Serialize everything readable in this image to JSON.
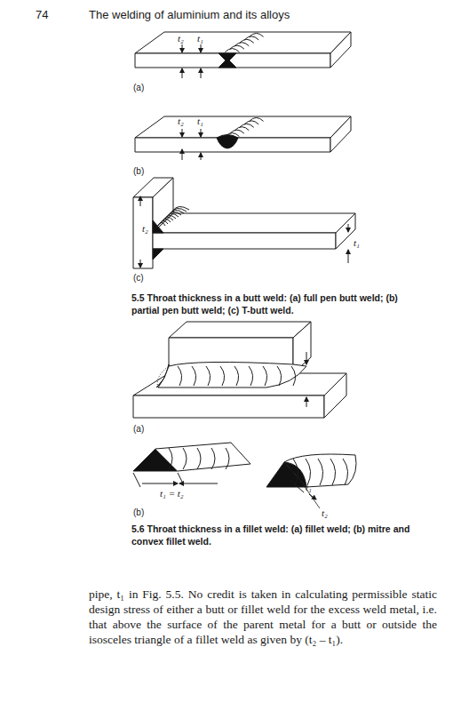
{
  "diagram": {
    "labels": [
      "74",
      "The welding of aluminium and its alloys",
      "t₂",
      "t₁",
      "(a)",
      "t₂",
      "t₁",
      "(b)",
      "t₂",
      "t₁",
      "(c)",
      "5.5 Throat thickness in a butt weld: (a) full pen butt weld; (b) partial pen butt weld; (c) T-butt weld.",
      "(a)",
      "t₁ = t₂",
      "t₁",
      "t₂",
      "(b)",
      "5.6 Throat thickness in a fillet weld: (a) fillet weld; (b) mitre and convex fillet weld.",
      "pipe, t₁ in Fig. 5.5. No credit is taken in calculating permissible static design stress of either a butt or fillet weld for the excess weld metal, i.e. that above the surface of the parent metal for a butt or outside the isosceles triangle of a fillet weld as given by (t₂ – t₁)."
    ]
  }
}
